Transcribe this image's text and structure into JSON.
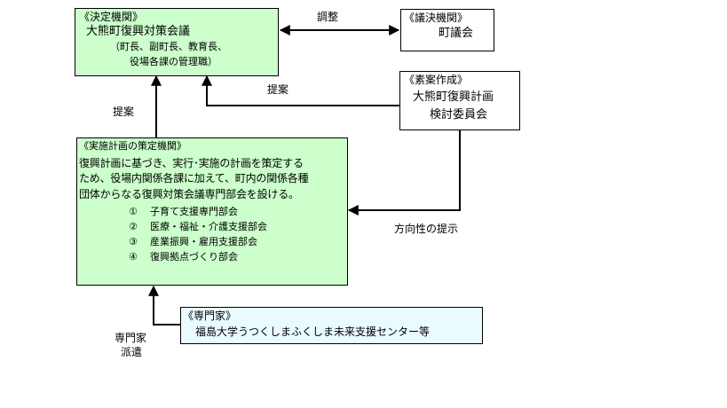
{
  "decision_body": {
    "heading": "《決定機関》",
    "name": "大熊町復興対策会議",
    "members_line1": "（町長、副町長、教育長、",
    "members_line2": "役場各課の管理職）"
  },
  "assembly": {
    "heading": "《議決機関》",
    "name": "町議会"
  },
  "draft_body": {
    "heading": "《素案作成》",
    "name_line1": "大熊町復興計画",
    "name_line2": "検討委員会"
  },
  "implementation_body": {
    "heading": "《実施計画の策定機関》",
    "desc_line1": "復興計画に基づき、実行･実施の計画を策定する",
    "desc_line2": "ため、役場内関係各課に加えて、町内の関係各種",
    "desc_line3": "団体からなる復興対策会議専門部会を設ける。",
    "subcommittees": [
      {
        "num": "①",
        "label": "子育て支援専門部会"
      },
      {
        "num": "②",
        "label": "医療・福祉・介護支援部会"
      },
      {
        "num": "③",
        "label": "産業振興・雇用支援部会"
      },
      {
        "num": "④",
        "label": "復興拠点づくり部会"
      }
    ]
  },
  "expert": {
    "heading": "《専門家》",
    "name": "福島大学うつくしまふくしま未来支援センター等"
  },
  "labels": {
    "coordination": "調整",
    "proposal_top": "提案",
    "proposal_left": "提案",
    "direction": "方向性の提示",
    "dispatch_line1": "専門家",
    "dispatch_line2": "派遣"
  }
}
